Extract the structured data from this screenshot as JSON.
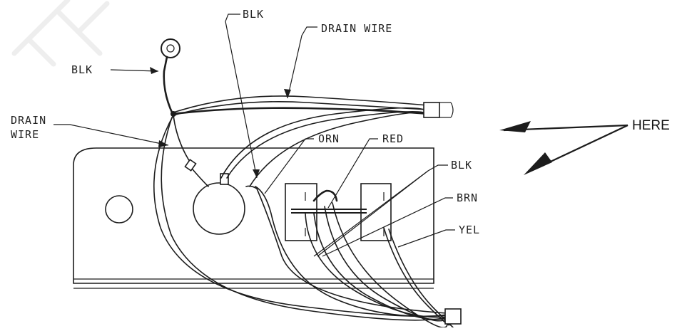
{
  "labels": {
    "blk_top": "BLK",
    "drain_wire_top": "DRAIN WIRE",
    "blk_left": "BLK",
    "drain_wire_left_line1": "DRAIN",
    "drain_wire_left_line2": "WIRE",
    "orn": "ORN",
    "red": "RED",
    "blk_right": "BLK",
    "brn": "BRN",
    "yel": "YEL",
    "here": "HERE"
  }
}
